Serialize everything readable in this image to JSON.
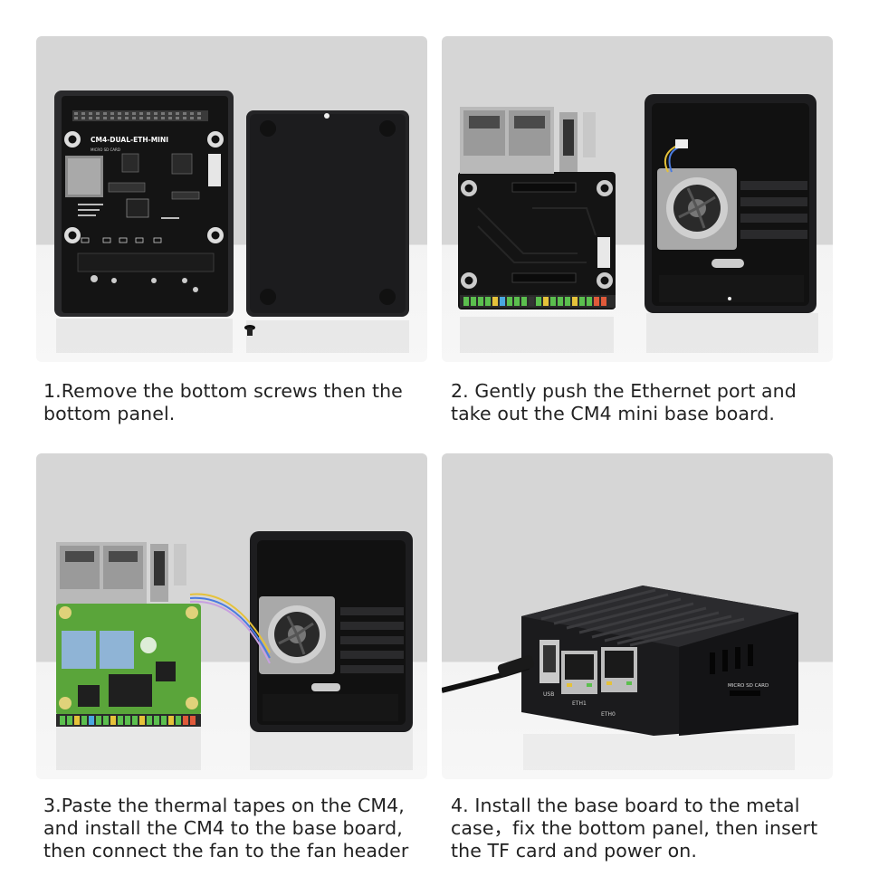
{
  "steps": [
    {
      "lines": [
        "1.Remove the bottom screws then the",
        "bottom panel."
      ],
      "board_label": "CM4-DUAL-ETH-MINI",
      "board_small_label": "MICRO SD CARD"
    },
    {
      "lines": [
        "2. Gently push the Ethernet port and",
        "take out the CM4 mini base board."
      ]
    },
    {
      "lines": [
        "3.Paste the thermal tapes on the CM4,",
        "and install the CM4 to the base board,",
        "then connect the fan to the fan header"
      ]
    },
    {
      "lines": [
        "4. Install the base board to the metal",
        "case，fix the bottom panel, then insert",
        "the TF card and power on."
      ],
      "port_labels": [
        "USB",
        "ETH1",
        "ETH0"
      ],
      "card_label": "MICRO SD CARD"
    }
  ],
  "colors": {
    "case": "#1c1c1e",
    "board": "#111111",
    "cm4_green": "#5aa53a",
    "thermal_pad": "#8fb4d6",
    "panel_top": "#d6d6d6",
    "panel_bottom": "#f4f4f4"
  }
}
